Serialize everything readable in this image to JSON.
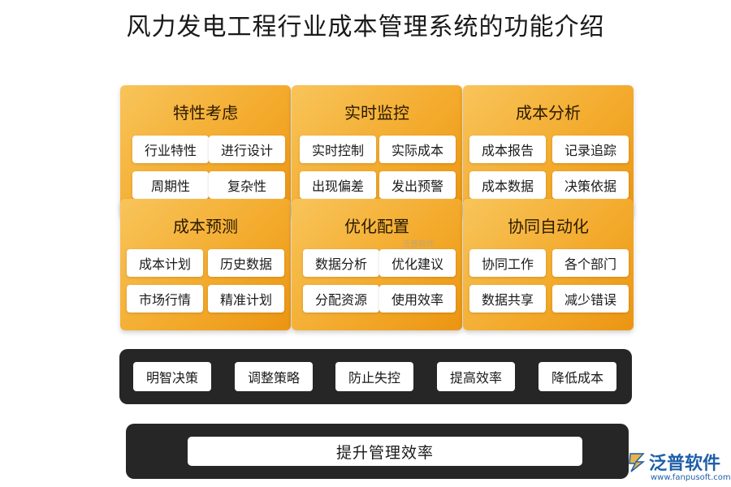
{
  "title": "风力发电工程行业成本管理系统的功能介绍",
  "cards": [
    {
      "title": "特性考虑",
      "items": [
        "行业特性",
        "进行设计",
        "周期性",
        "复杂性"
      ]
    },
    {
      "title": "实时监控",
      "items": [
        "实时控制",
        "实际成本",
        "出现偏差",
        "发出预警"
      ]
    },
    {
      "title": "成本分析",
      "items": [
        "成本报告",
        "记录追踪",
        "成本数据",
        "决策依据"
      ]
    },
    {
      "title": "成本预测",
      "items": [
        "成本计划",
        "历史数据",
        "市场行情",
        "精准计划"
      ]
    },
    {
      "title": "优化配置",
      "items": [
        "数据分析",
        "优化建议",
        "分配资源",
        "使用效率"
      ]
    },
    {
      "title": "协同自动化",
      "items": [
        "协同工作",
        "各个部门",
        "数据共享",
        "减少错误"
      ]
    }
  ],
  "goals": [
    "明智决策",
    "调整策略",
    "防止失控",
    "提高效率",
    "降低成本"
  ],
  "final_goal": "提升管理效率",
  "watermark": "泛普软件",
  "logo": {
    "name": "泛普软件",
    "url": "www.fanpusoft.com"
  },
  "colors": {
    "card_orange": "#f3a92a",
    "dark_bar": "#262626",
    "brand_blue": "#1f5fa8"
  }
}
